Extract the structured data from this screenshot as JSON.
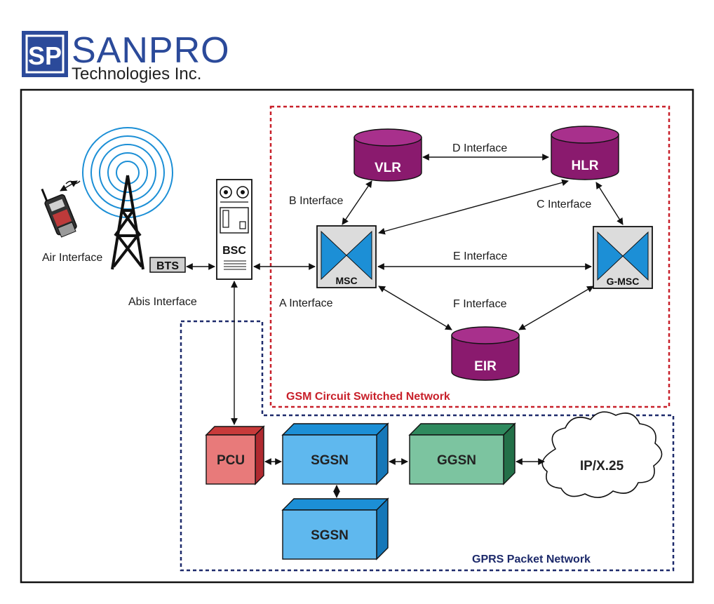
{
  "logo": {
    "monogram": "SP",
    "name": "SANPRO",
    "subtitle": "Technologies Inc."
  },
  "networks": {
    "gsm": "GSM Circuit Switched Network",
    "gprs": "GPRS Packet Network"
  },
  "nodes": {
    "bts": "BTS",
    "bsc": "BSC",
    "msc": "MSC",
    "gmsc": "G-MSC",
    "vlr": "VLR",
    "hlr": "HLR",
    "eir": "EIR",
    "pcu": "PCU",
    "sgsn1": "SGSN",
    "sgsn2": "SGSN",
    "ggsn": "GGSN",
    "cloud": "IP/X.25"
  },
  "interfaces": {
    "air": "Air Interface",
    "abis": "Abis Interface",
    "a": "A Interface",
    "b": "B Interface",
    "c": "C Interface",
    "d": "D Interface",
    "e": "E Interface",
    "f": "F Interface"
  },
  "colors": {
    "db": "#8a1a6e",
    "db_top": "#a8308c",
    "switch_triangle": "#1c8fd6",
    "pcu": "#e87a7a",
    "sgsn": "#5fb8ee",
    "ggsn": "#7cc4a0",
    "gsm_border": "#c8202a",
    "gprs_border": "#1d2a6b"
  }
}
